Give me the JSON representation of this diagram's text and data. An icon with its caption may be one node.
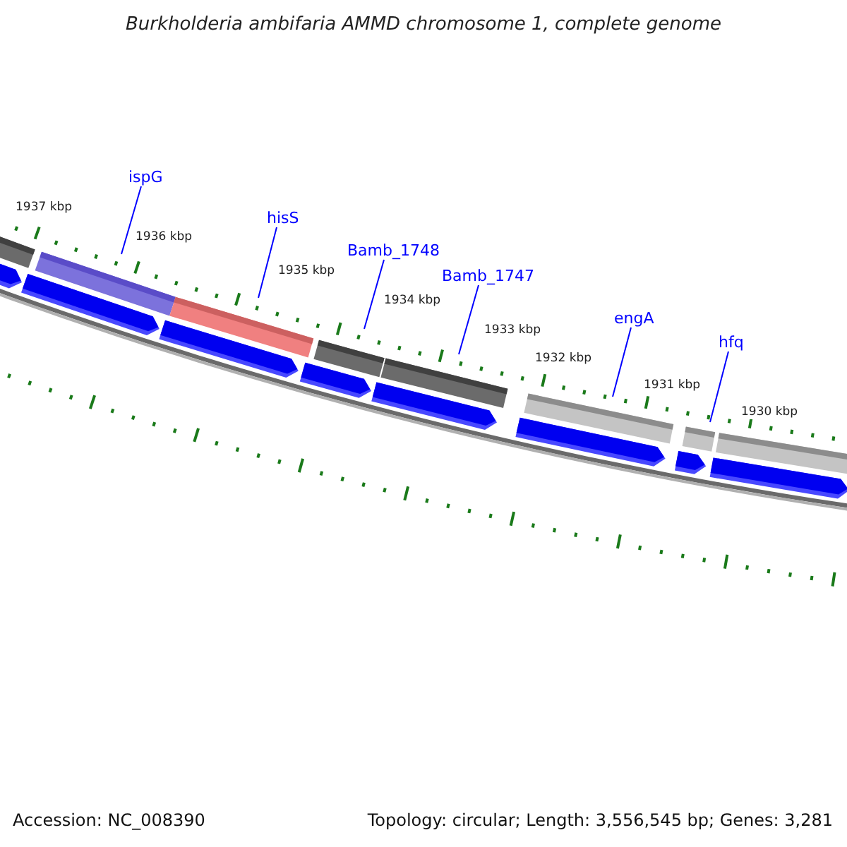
{
  "diagram": {
    "title": "Burkholderia ambifaria AMMD chromosome 1, complete genome",
    "nodes": [
      {
        "text": [
          "ispG"
        ]
      },
      {
        "text": [
          "hisS"
        ]
      },
      {
        "text": [
          "Bamb_1748"
        ]
      },
      {
        "text": [
          "Bamb_1747"
        ]
      },
      {
        "text": [
          "engA"
        ]
      },
      {
        "text": [
          "hfq"
        ]
      }
    ],
    "edges": [
      {
        "from": 0,
        "to": null,
        "arrow": "none"
      },
      {
        "from": 1,
        "to": null,
        "arrow": "none"
      },
      {
        "from": 2,
        "to": null,
        "arrow": "none"
      },
      {
        "from": 3,
        "to": null,
        "arrow": "none"
      },
      {
        "from": 4,
        "to": null,
        "arrow": "none"
      },
      {
        "from": 5,
        "to": null,
        "arrow": "none"
      }
    ],
    "labels": [
      "1937 kbp",
      "1936 kbp",
      "1935 kbp",
      "1934 kbp",
      "1933 kbp",
      "1932 kbp",
      "1931 kbp",
      "1930 kbp",
      "Accession: NC_008390",
      "Topology: circular; Length: 3,556,545 bp; Genes: 3,281"
    ]
  }
}
